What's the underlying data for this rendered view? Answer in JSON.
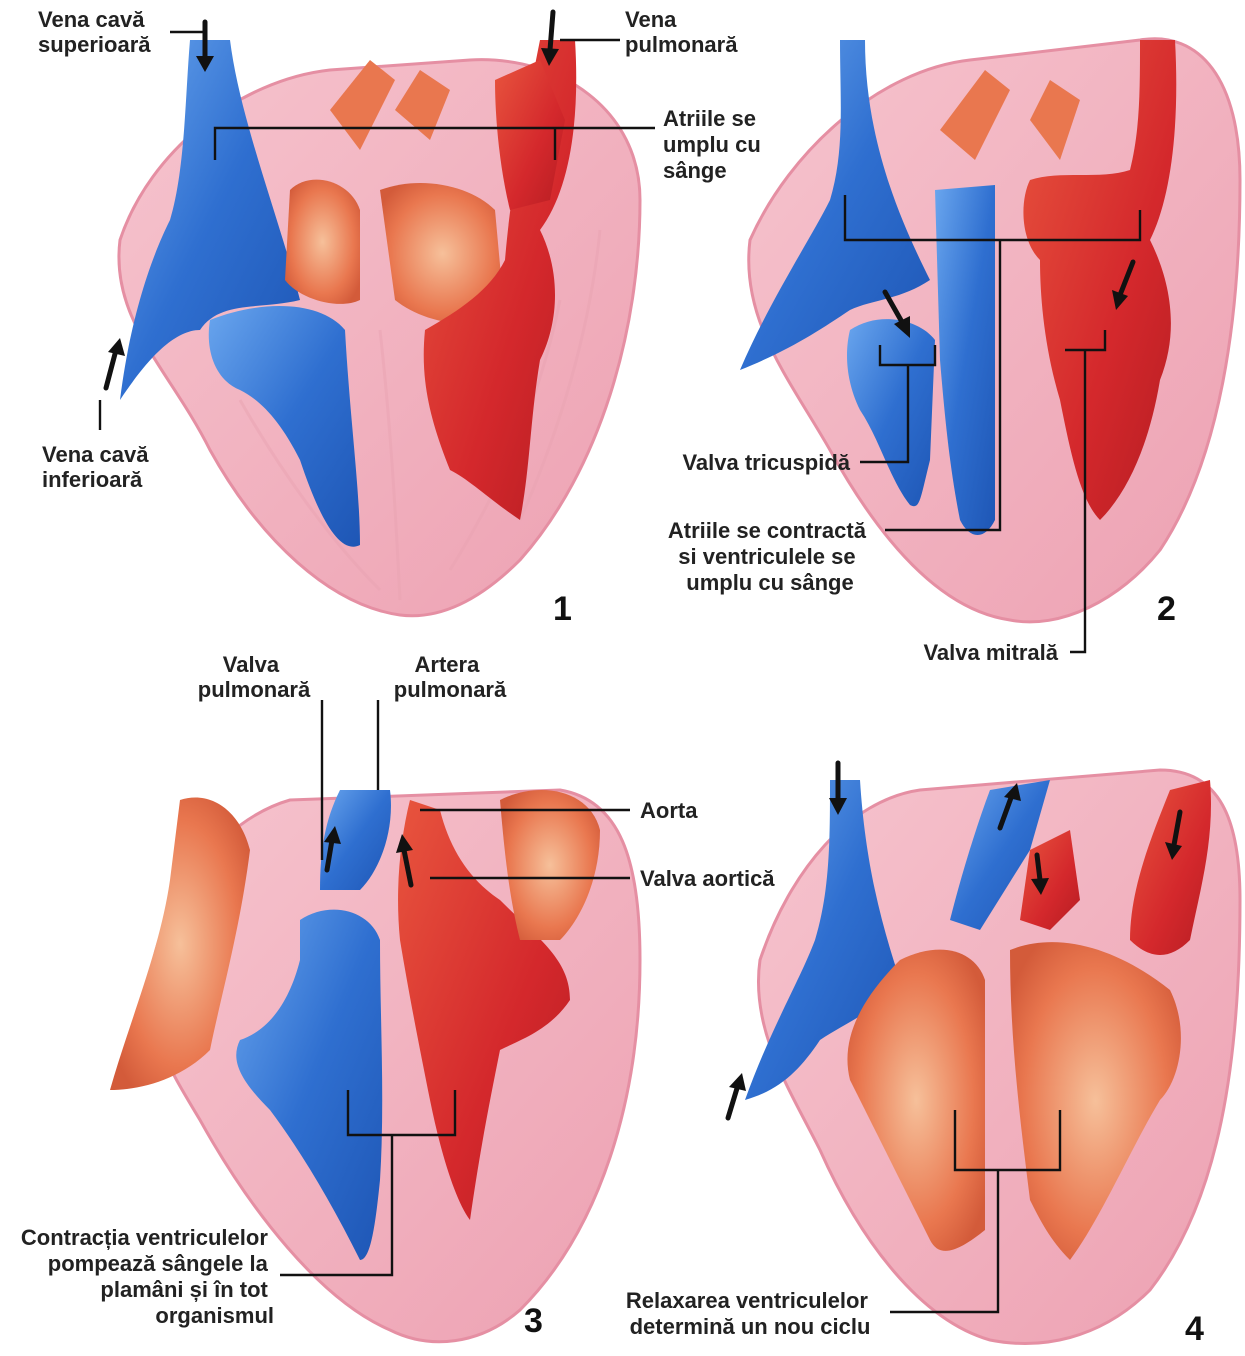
{
  "colors": {
    "muscle": "#f2b6c2",
    "muscle_dark": "#e58fa3",
    "deoxygenated_blood": "#2f6fd0",
    "deoxygenated_light": "#5e9be8",
    "oxygenated_blood": "#d4282c",
    "oxygenated_light": "#e8553e",
    "atrium_tissue": "#e9774f",
    "relaxed_ventricle": "#e77a4e"
  },
  "panels": [
    {
      "number": "1",
      "labels": {
        "superior_vena_cava": [
          "Vena cavă",
          "superioară"
        ],
        "pulmonary_vein": [
          "Vena",
          "pulmonară"
        ],
        "atria_fill": [
          "Atriile se",
          "umplu cu",
          "sânge"
        ],
        "inferior_vena_cava": [
          "Vena cavă",
          "inferioară"
        ]
      }
    },
    {
      "number": "2",
      "labels": {
        "tricuspid_valve": "Valva tricuspidă",
        "atria_contract": [
          "Atriile se contractă",
          "si ventriculele se",
          "umplu cu sânge"
        ],
        "mitral_valve": "Valva mitrală"
      }
    },
    {
      "number": "3",
      "labels": {
        "pulmonary_valve": [
          "Valva",
          "pulmonară"
        ],
        "pulmonary_artery": [
          "Artera",
          "pulmonară"
        ],
        "aorta": "Aorta",
        "aortic_valve": "Valva aortică",
        "ventricle_contraction": [
          "Contracția ventriculelor",
          "pompează sângele la",
          "plamâni și în tot",
          "organismul"
        ]
      }
    },
    {
      "number": "4",
      "labels": {
        "ventricle_relaxation": [
          "Relaxarea ventriculelor",
          "determină un nou ciclu"
        ]
      }
    }
  ]
}
